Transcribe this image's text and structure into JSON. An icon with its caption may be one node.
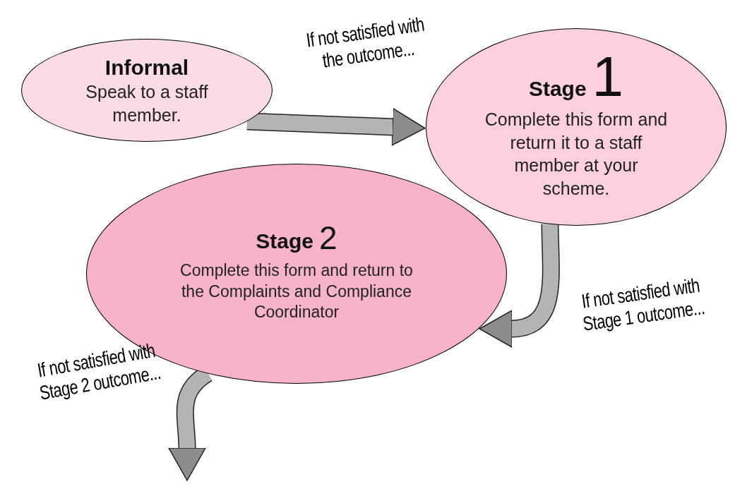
{
  "diagram": {
    "nodes": [
      {
        "text": [
          "Informal",
          "Speak to a staff member."
        ]
      },
      {
        "text": [
          "Stage",
          "1",
          "Complete this form and return it to a staff member at your scheme."
        ]
      },
      {
        "text": [
          "Stage",
          "2",
          "Complete this form and return to the Complaints and Compliance Coordinator"
        ]
      }
    ],
    "edges": [
      {
        "from": 0,
        "to": 1,
        "arrow": "to",
        "label": "If not satisfied with the outcome..."
      },
      {
        "from": 1,
        "to": 2,
        "arrow": "to",
        "label": "If not satisfied with Stage 1 outcome..."
      },
      {
        "from": 2,
        "to": null,
        "arrow": "to",
        "label": "If not satisfied with Stage 2 outcome..."
      }
    ]
  }
}
